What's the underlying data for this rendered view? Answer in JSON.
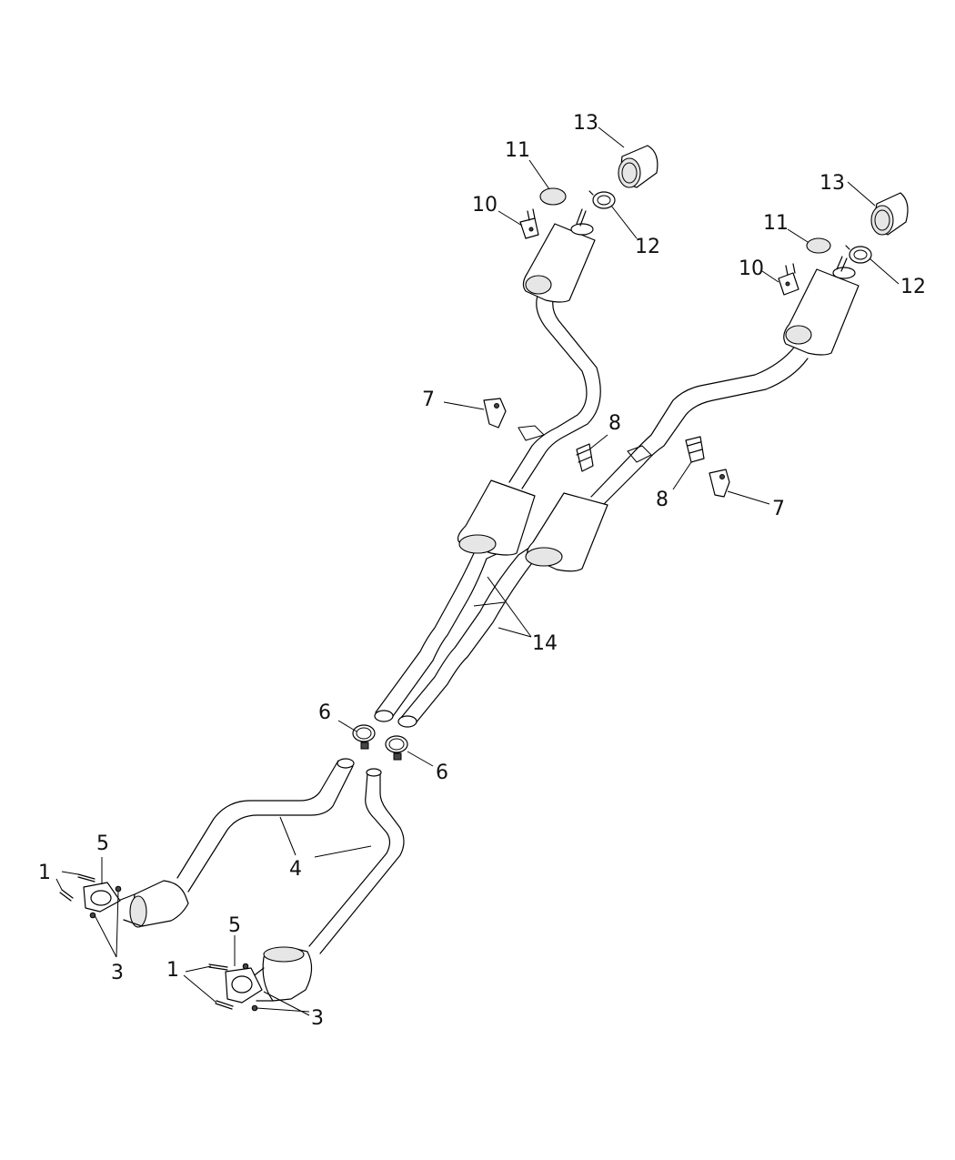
{
  "callouts": {
    "c1a": "1",
    "c1b": "1",
    "c3a": "3",
    "c3b": "3",
    "c4": "4",
    "c5a": "5",
    "c5b": "5",
    "c6a": "6",
    "c6b": "6",
    "c7a": "7",
    "c7b": "7",
    "c8a": "8",
    "c8b": "8",
    "c10a": "10",
    "c10b": "10",
    "c11a": "11",
    "c11b": "11",
    "c12a": "12",
    "c12b": "12",
    "c13a": "13",
    "c13b": "13",
    "c14": "14"
  },
  "colors": {
    "line": "#000000",
    "background": "#ffffff",
    "shade": "#e6e6e6"
  }
}
